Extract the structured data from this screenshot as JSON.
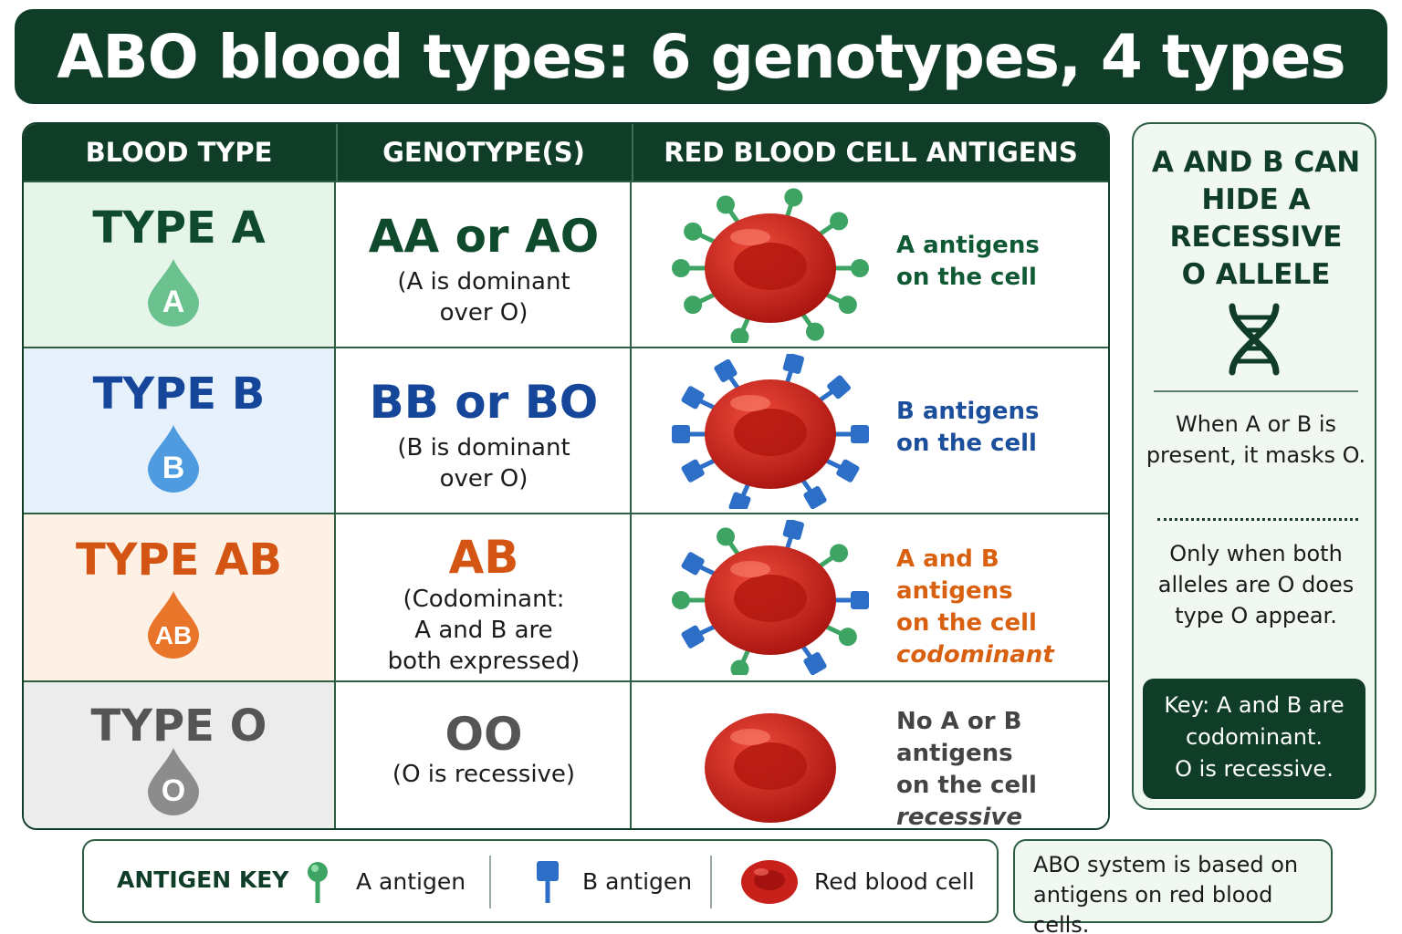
{
  "title": "ABO blood types: 6 genotypes, 4 types",
  "headers": [
    "BLOOD TYPE",
    "GENOTYPE(S)",
    "RED BLOOD CELL ANTIGENS"
  ],
  "rows": [
    {
      "type": "TYPE A",
      "drop": "A",
      "genotype": "AA or AO",
      "note": [
        "(A is dominant",
        "over O)"
      ],
      "antigens": [
        "A antigens",
        "on the cell",
        ""
      ],
      "color": "#0f4a2c",
      "drop_color": "#6cc28f",
      "bg": "#e6f5ea",
      "text_color": "#0f5a35",
      "antigen_icon": "A"
    },
    {
      "type": "TYPE B",
      "drop": "B",
      "genotype": "BB or BO",
      "note": [
        "(B is dominant",
        "over O)"
      ],
      "antigens": [
        "B antigens",
        "on the cell",
        ""
      ],
      "color": "#15469a",
      "drop_color": "#4e9be0",
      "bg": "#e6f1fc",
      "text_color": "#1b4e9b",
      "antigen_icon": "B"
    },
    {
      "type": "TYPE AB",
      "drop": "AB",
      "genotype": "AB",
      "note": [
        "(Codominant:",
        "A and B are",
        "both expressed)"
      ],
      "antigens": [
        "A and B antigens",
        "on the cell",
        "codominant"
      ],
      "color": "#d45513",
      "drop_color": "#e8752a",
      "bg": "#fdf1e6",
      "text_color": "#d8600f",
      "antigen_icon": "AB"
    },
    {
      "type": "TYPE O",
      "drop": "O",
      "genotype": "OO",
      "note": [
        "(O is recessive)"
      ],
      "antigens": [
        "No A or B antigens",
        "on the cell",
        "recessive"
      ],
      "color": "#555555",
      "drop_color": "#8c8c8c",
      "bg": "#ececec",
      "text_color": "#444444",
      "antigen_icon": "none"
    }
  ],
  "side": {
    "heading": [
      "A AND B CAN",
      "HIDE A",
      "RECESSIVE",
      "O ALLELE"
    ],
    "icon": "dna-icon",
    "p1": "When A or B is present, it masks O.",
    "p2": "Only when both alleles are O does type O appear.",
    "key": [
      "Key: A and B are",
      "codominant.",
      "O is recessive."
    ]
  },
  "legend": {
    "label": "ANTIGEN KEY",
    "a": "A antigen",
    "b": "B antigen",
    "rbc": "Red blood cell"
  },
  "note": "ABO system is based on antigens on red blood cells.",
  "colors": {
    "dark_green": "#0f3d27",
    "a_antigen": "#3ea463",
    "b_antigen": "#2d6fc7",
    "rbc": "#c8201a"
  }
}
